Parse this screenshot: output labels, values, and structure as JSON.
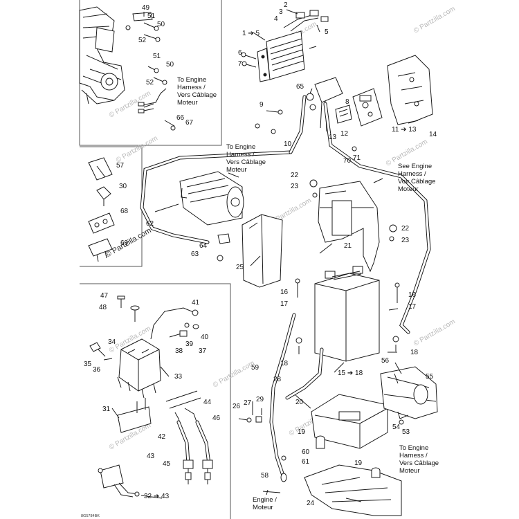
{
  "labels": {
    "n49": "49",
    "n51a": "51",
    "n50a": "50",
    "n52a": "52",
    "n51b": "51",
    "n50b": "50",
    "n52b": "52",
    "n66": "66",
    "n67": "67",
    "n2": "2",
    "n3": "3",
    "n4": "4",
    "n5a": "5",
    "n1to5": "1 ➔ 5",
    "n6": "6",
    "n7": "7",
    "n65": "65",
    "n8": "8",
    "n9": "9",
    "n10": "10",
    "n13": "13",
    "n12": "12",
    "n11to13": "11 ➔ 13",
    "n14": "14",
    "n70": "70",
    "n71": "71",
    "n57": "57",
    "n30": "30",
    "n68": "68",
    "n69": "69",
    "n22a": "22",
    "n23a": "23",
    "n62": "62",
    "n64": "64",
    "n63": "63",
    "n25": "25",
    "n21": "21",
    "n22b": "22",
    "n23b": "23",
    "n16a": "16",
    "n17a": "17",
    "n16b": "16",
    "n17b": "17",
    "n18a": "18",
    "n18b": "18",
    "n15to18": "15 ➔ 18",
    "n47": "47",
    "n48": "48",
    "n41": "41",
    "n40": "40",
    "n39": "39",
    "n38": "38",
    "n37": "37",
    "n34": "34",
    "n35": "35",
    "n36": "36",
    "n33": "33",
    "n59": "59",
    "n28": "28",
    "n26": "26",
    "n27": "27",
    "n29": "29",
    "n20": "20",
    "n56": "56",
    "n55": "55",
    "n31": "31",
    "n44": "44",
    "n46": "46",
    "n42": "42",
    "n43": "43",
    "n45": "45",
    "n54": "54",
    "n53": "53",
    "n19a": "19",
    "n60": "60",
    "n61": "61",
    "n19b": "19",
    "n58": "58",
    "n24": "24",
    "n32to43": "32 ➔ 43"
  },
  "notes": {
    "engine_harness_top": [
      "To Engine",
      "Harness /",
      "Vers Câblage",
      "Moteur"
    ],
    "engine_harness_mid": [
      "To Engine",
      "Harness /",
      "Vers Câblage",
      "Moteur"
    ],
    "see_engine_harness": [
      "See Engine",
      "Harness /",
      "Voir Câblage",
      "Moteur"
    ],
    "engine_harness_bottom": [
      "To Engine",
      "Harness /",
      "Vers Câblage",
      "Moteur"
    ],
    "engine_moteur": [
      "Engine /",
      "Moteur"
    ]
  },
  "watermark": "© Partzilla.com",
  "drawing_code": "8G5784BK",
  "colors": {
    "line": "#1a1a1a",
    "watermark": "#b9b9b9",
    "background": "#ffffff"
  }
}
